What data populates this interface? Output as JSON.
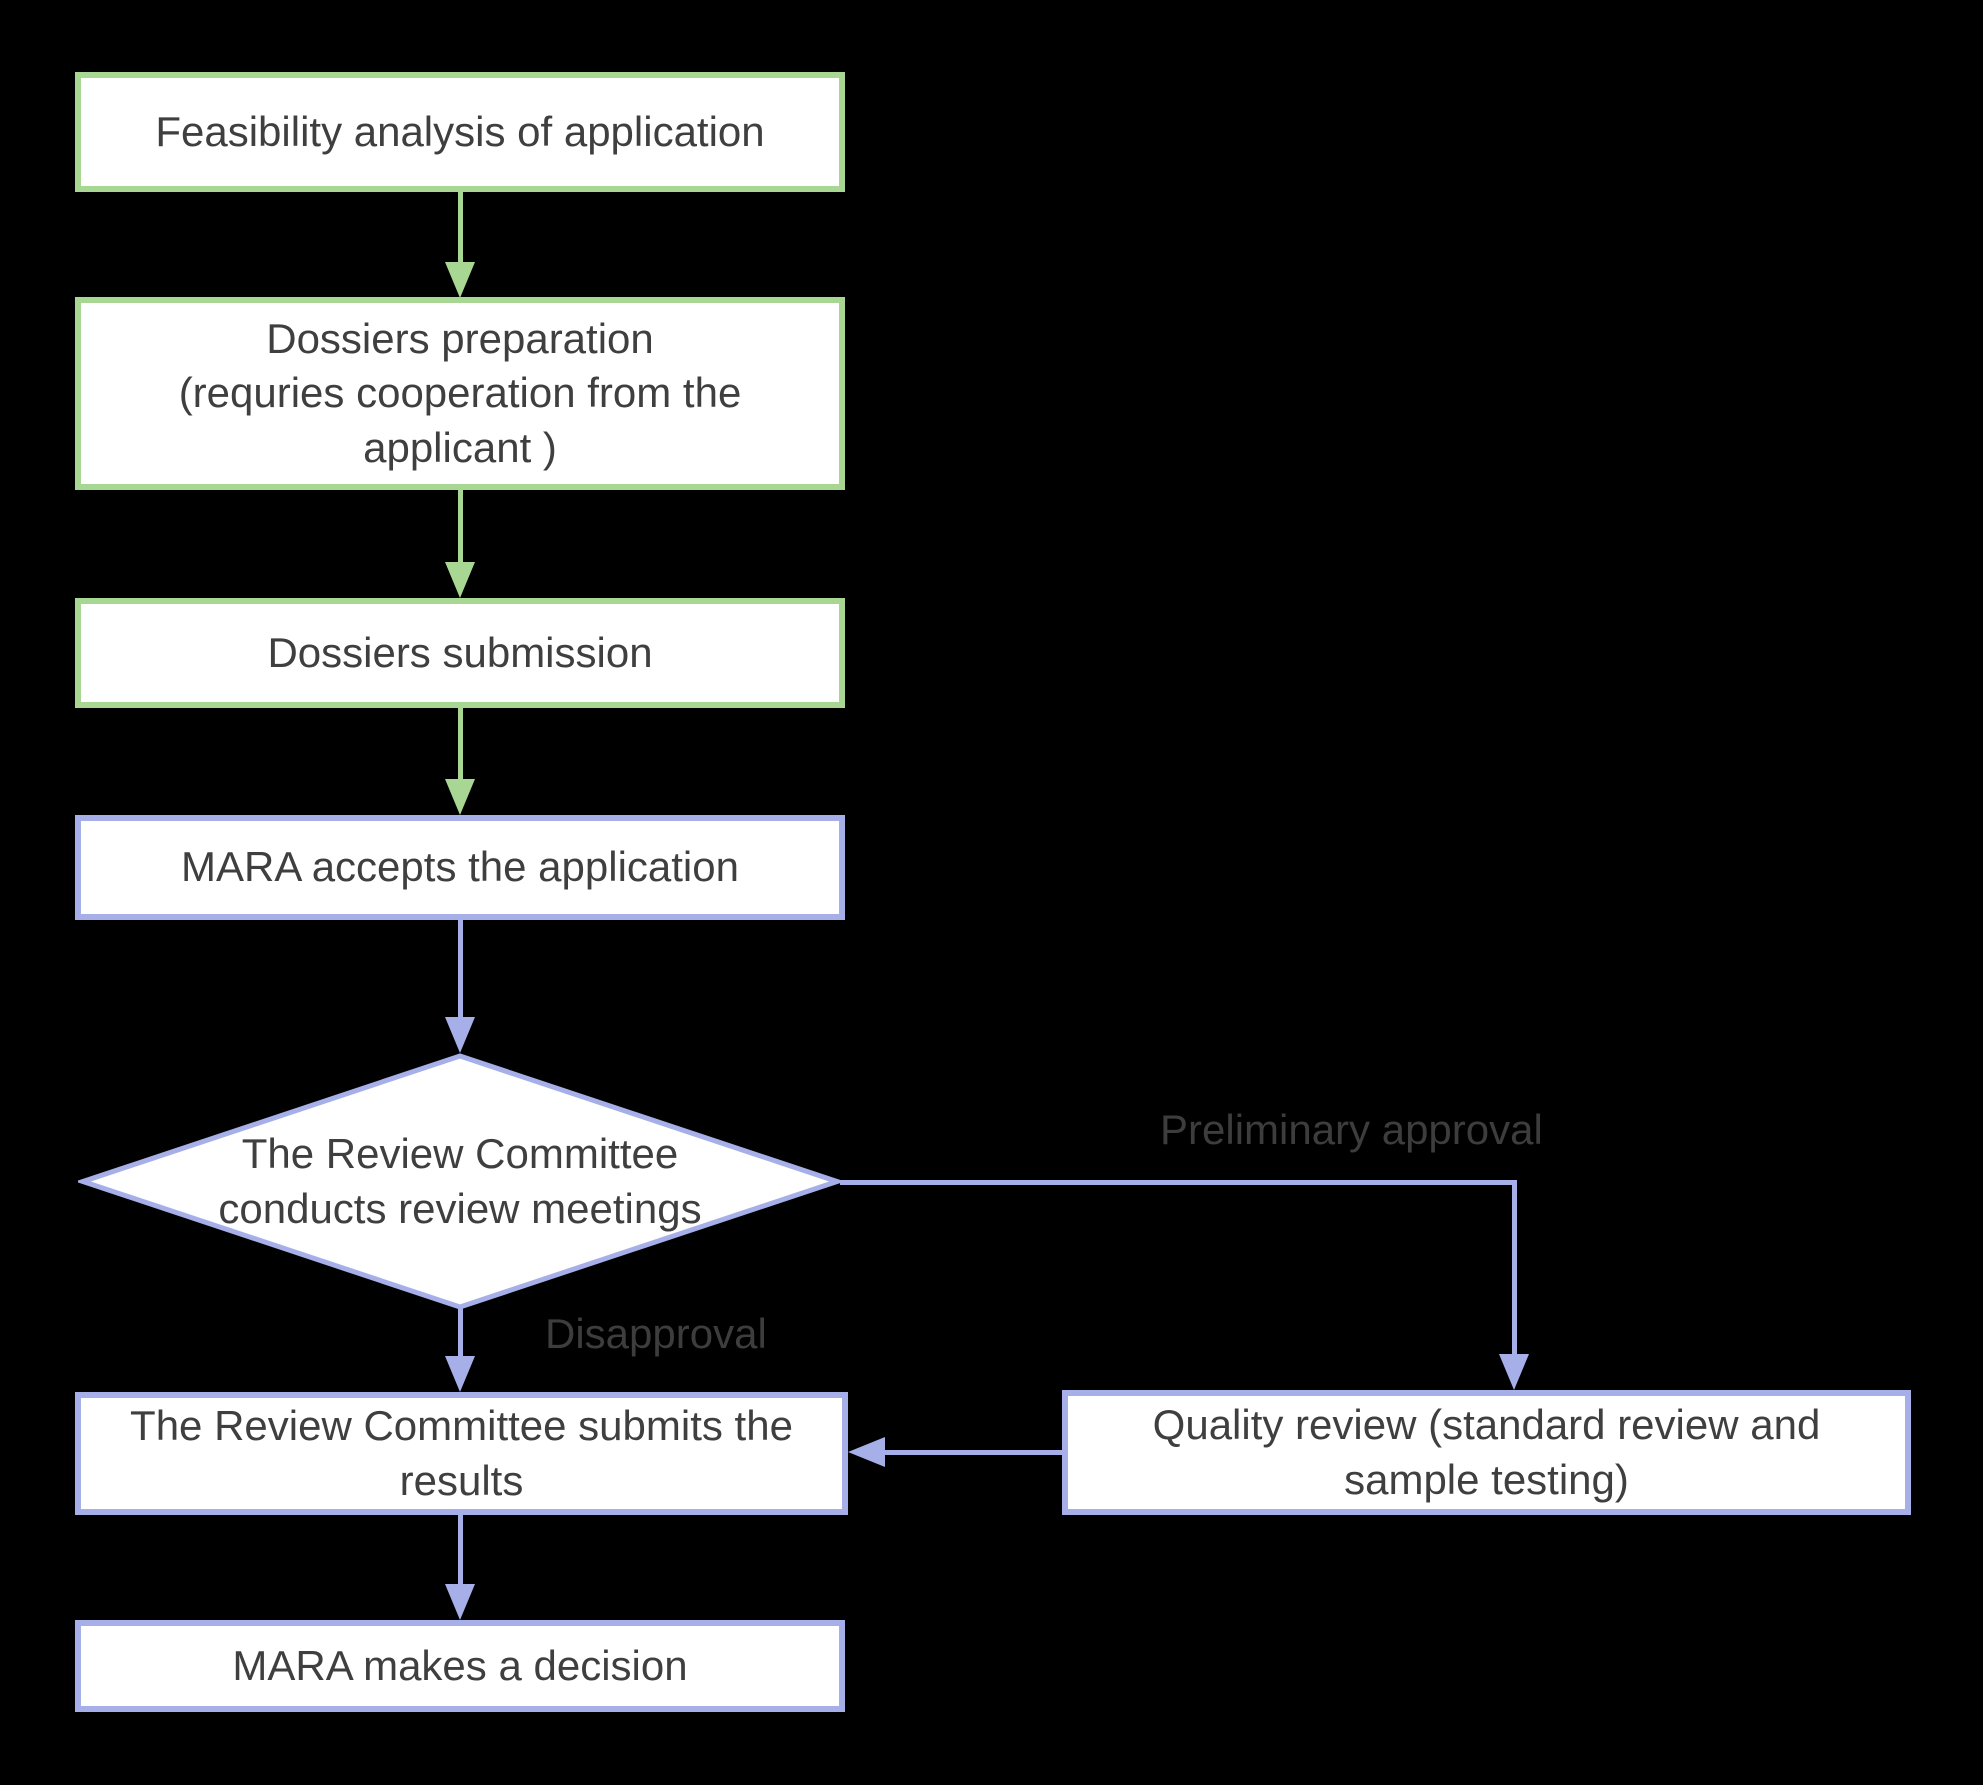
{
  "canvas": {
    "background": "#000000"
  },
  "colors": {
    "green_stroke": "#a8d794",
    "purple_stroke": "#a6afe8",
    "node_fill": "#ffffff",
    "node_text": "#3f3f3f",
    "edge_label_text": "#3d3d3d"
  },
  "nodes": {
    "feasibility": {
      "label": "Feasibility analysis of application"
    },
    "preparation": {
      "label": "Dossiers preparation\n(requries cooperation from the\napplicant )"
    },
    "submission": {
      "label": "Dossiers submission"
    },
    "accepts": {
      "label": "MARA accepts the application"
    },
    "review_meeting": {
      "label": "The Review Committee\nconducts review meetings"
    },
    "results": {
      "label": "The Review Committee submits the\nresults"
    },
    "quality": {
      "label": "Quality review (standard review and\nsample testing)"
    },
    "decision": {
      "label": "MARA makes a decision"
    }
  },
  "edge_labels": {
    "preliminary_approval": "Preliminary approval",
    "disapproval": "Disapproval"
  },
  "edges": [
    {
      "from": "feasibility",
      "to": "preparation",
      "label": ""
    },
    {
      "from": "preparation",
      "to": "submission",
      "label": ""
    },
    {
      "from": "submission",
      "to": "accepts",
      "label": ""
    },
    {
      "from": "accepts",
      "to": "review_meeting",
      "label": ""
    },
    {
      "from": "review_meeting",
      "to": "quality",
      "label": "Preliminary approval"
    },
    {
      "from": "review_meeting",
      "to": "results",
      "label": "Disapproval"
    },
    {
      "from": "quality",
      "to": "results",
      "label": ""
    },
    {
      "from": "results",
      "to": "decision",
      "label": ""
    }
  ]
}
